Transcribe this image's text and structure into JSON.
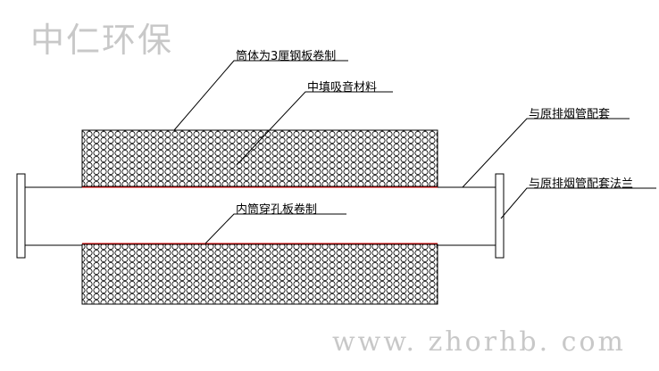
{
  "watermark": {
    "brand": "中仁环保",
    "url": "www. zhorhb. com"
  },
  "labels": {
    "shell": "筒体为3厘钢板卷制",
    "fill": "中填吸音材料",
    "inner_tube": "内筒穿孔板卷制",
    "pipe_match": "与原排烟管配套",
    "flange_match": "与原排烟管配套法兰"
  },
  "colors": {
    "line": "#000000",
    "perforation": "#e00000",
    "watermark": "#c8c8c8"
  }
}
